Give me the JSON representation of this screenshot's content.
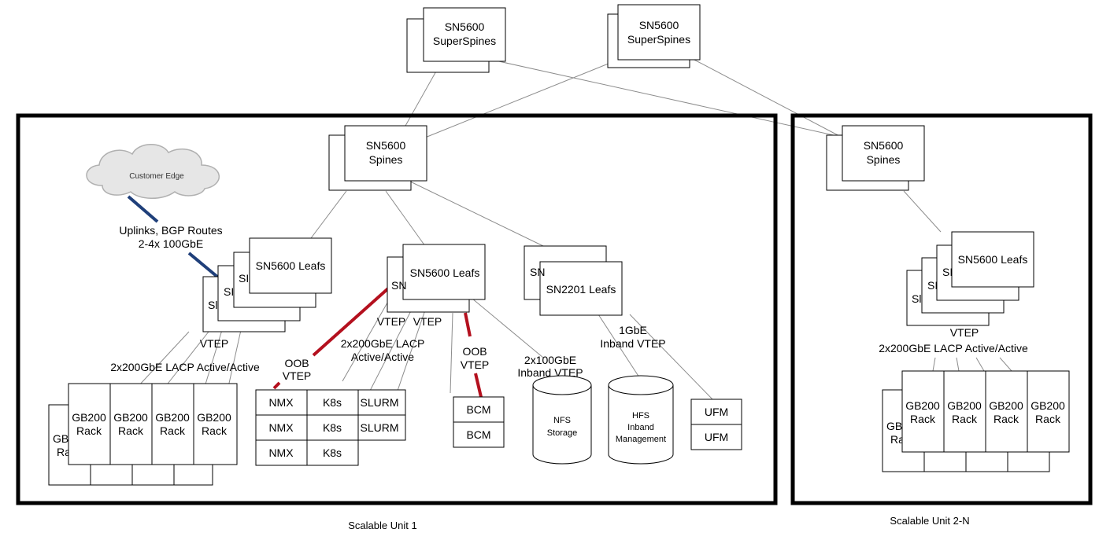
{
  "superspines": {
    "label1": "SN5600",
    "label2": "SuperSpines"
  },
  "spines": {
    "label1": "SN5600",
    "label2": "Spines"
  },
  "cloud": {
    "label": "Customer Edge"
  },
  "uplinks": {
    "line1": "Uplinks, BGP Routes",
    "line2": "2-4x 100GbE"
  },
  "leafs_sn5600": {
    "label": "SN5600 Leafs",
    "peek1": "SN",
    "peek2": "SI",
    "peek3": "Sl",
    "peek4": "Sl"
  },
  "leafs_sn2201": {
    "label": "SN2201 Leafs",
    "peek": "SN"
  },
  "vtep": {
    "label": "VTEP"
  },
  "lacp": {
    "label": "2x200GbE LACP Active/Active",
    "line1": "2x200GbE LACP",
    "line2": "Active/Active"
  },
  "oob": {
    "line1": "OOB",
    "line2": "VTEP"
  },
  "inband100": {
    "line1": "2x100GbE",
    "line2": "Inband VTEP"
  },
  "inband1": {
    "line1": "1GbE",
    "line2": "Inband VTEP"
  },
  "rack": {
    "line1": "GB200",
    "line2": "Rack",
    "peek1": "GB",
    "peek2": "Ra"
  },
  "nodes": {
    "nmx": "NMX",
    "k8s": "K8s",
    "slurm": "SLURM",
    "bcm": "BCM",
    "ufm": "UFM"
  },
  "nfs": {
    "line1": "NFS",
    "line2": "Storage"
  },
  "hfs": {
    "line1": "HFS",
    "line2": "Inband",
    "line3": "Management"
  },
  "su1": {
    "label": "Scalable Unit 1"
  },
  "su2": {
    "label": "Scalable Unit 2-N"
  },
  "colors": {
    "oob_link": "#b4101e",
    "uplink": "#1f3f7a",
    "cloud_fill": "#e6e6e6"
  }
}
